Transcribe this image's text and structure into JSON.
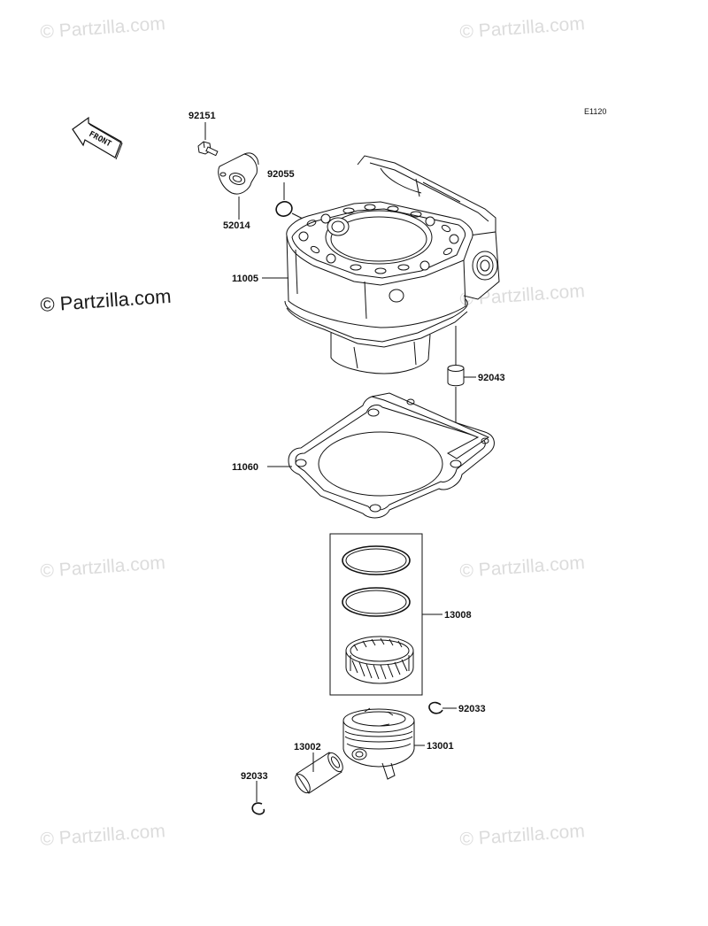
{
  "diagram_code": "E1120",
  "front_label": "FRONT",
  "watermarks": {
    "small": "© Partzilla.com",
    "big": "© Partzilla.com"
  },
  "parts": {
    "p92151": "92151",
    "p52014": "52014",
    "p92055": "92055",
    "p11005": "11005",
    "p92043": "92043",
    "p11060": "11060",
    "p13008": "13008",
    "p92033_right": "92033",
    "p13001": "13001",
    "p13002": "13002",
    "p92033_left": "92033"
  },
  "colors": {
    "line": "#111111",
    "watermark": "#dcdcdc"
  }
}
